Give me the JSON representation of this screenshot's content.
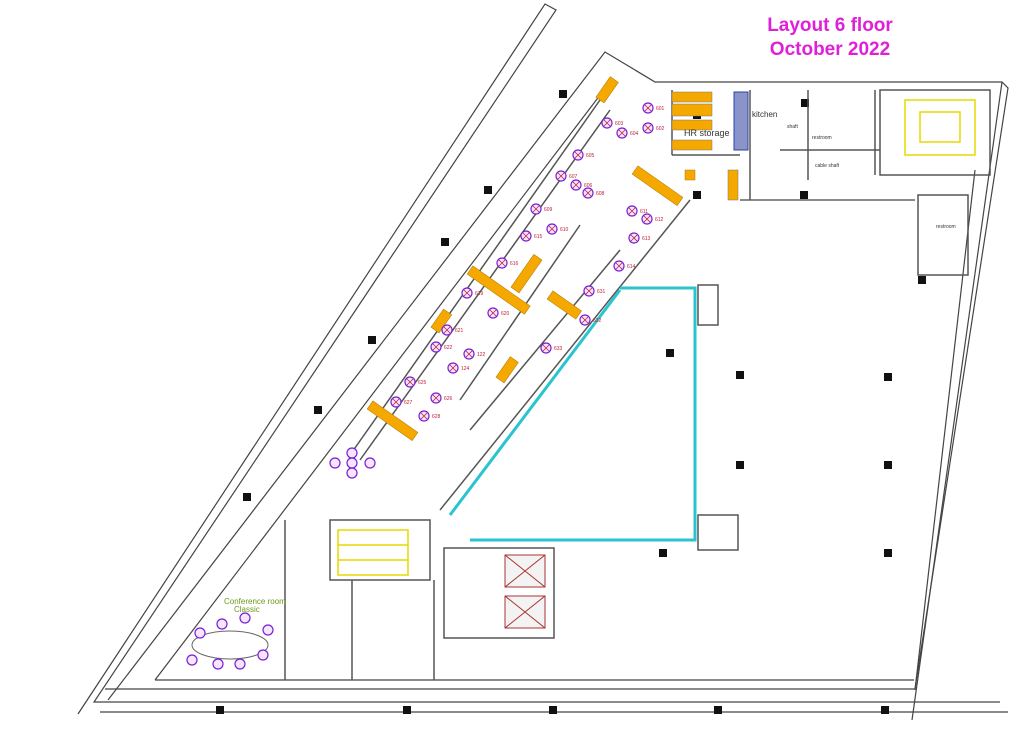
{
  "title": {
    "line1": "Layout 6 floor",
    "line2": "October 2022"
  },
  "rooms": {
    "hr_storage": "HR storage",
    "kitchen": "kitchen",
    "shaft": "shaft",
    "restroom_top": "restroom",
    "cable_shaft": "cable shaft",
    "restroom_right": "restroom",
    "conference_line1": "Conference room",
    "conference_line2": "Classic"
  },
  "desks": [
    "601",
    "602",
    "603",
    "604",
    "605",
    "606",
    "607",
    "608",
    "609",
    "610",
    "611",
    "612",
    "613",
    "614",
    "615",
    "616",
    "619",
    "620",
    "621",
    "622",
    "122",
    "124",
    "625",
    "626",
    "627",
    "628",
    "631",
    "632",
    "633"
  ],
  "colors": {
    "title": "#e020d8",
    "desk": "#f5a800",
    "seat": "#7a1fd0",
    "glass": "#29c4d0",
    "label": "#c0203a",
    "conference": "#6a9a1a"
  }
}
